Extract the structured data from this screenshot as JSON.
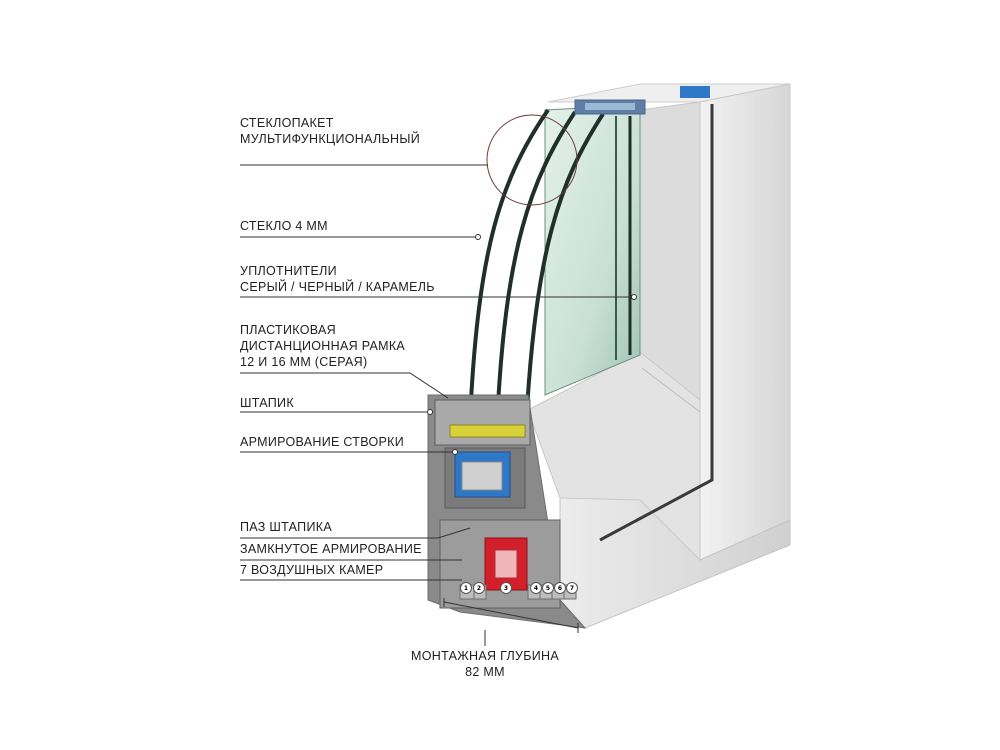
{
  "labels": {
    "glazing_unit": [
      "СТЕКЛОПАКЕТ",
      "МУЛЬТИФУНКЦИОНАЛЬНЫЙ"
    ],
    "glass": [
      "СТЕКЛО 4 ММ"
    ],
    "seals": [
      "УПЛОТНИТЕЛИ",
      "СЕРЫЙ / ЧЕРНЫЙ / КАРАМЕЛЬ"
    ],
    "spacer_frame": [
      "ПЛАСТИКОВАЯ",
      "ДИСТАНЦИОННАЯ РАМКА",
      "12 И 16 ММ (СЕРАЯ)"
    ],
    "bead": [
      "ШТАПИК"
    ],
    "sash_reinforcement": [
      "АРМИРОВАНИЕ СТВОРКИ"
    ],
    "bead_groove": [
      "ПАЗ ШТАПИКА"
    ],
    "closed_reinforcement": [
      "ЗАМКНУТОЕ АРМИРОВАНИЕ"
    ],
    "air_chambers": [
      "7 ВОЗДУШНЫХ КАМЕР"
    ]
  },
  "depth_label": [
    "МОНТАЖНАЯ ГЛУБИНА",
    "82 ММ"
  ],
  "chamber_numbers": [
    "1",
    "2",
    "3",
    "4",
    "5",
    "6",
    "7"
  ],
  "colors": {
    "profile": "#e6e6e6",
    "profile_dark": "#bdbdbd",
    "profile_section": "#8a8a8a",
    "glass": "#3f6b5e",
    "glass_light": "#cfe6dc",
    "reinforcement_red": "#d21f2a",
    "reinforcement_blue": "#2f78c8",
    "seal_yellow": "#d8d23a",
    "leader_line": "#333333"
  }
}
